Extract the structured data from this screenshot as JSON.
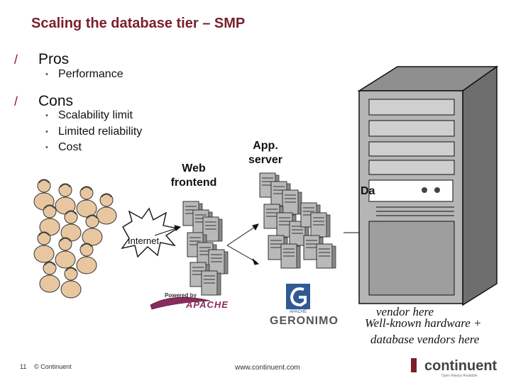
{
  "slide": {
    "title": "Scaling the database tier – SMP",
    "pros_heading": "Pros",
    "pros_items": [
      "Performance"
    ],
    "cons_heading": "Cons",
    "cons_items": [
      "Scalability limit",
      "Limited reliability",
      "Cost"
    ]
  },
  "diagram": {
    "web_label_1": "Web",
    "web_label_2": "frontend",
    "app_label_1": "App.",
    "app_label_2": "server",
    "db_label": "Da",
    "internet_label": "Internet",
    "vendor_text_partial": "vendor here",
    "vendor_text_1": "Well-known hardware +",
    "vendor_text_2": "database vendors here",
    "apache_powered": "Powered by",
    "apache_name": "APACHE",
    "geronimo_sub": "APACHE",
    "geronimo_name": "GERONIMO"
  },
  "footer": {
    "page_number": "11",
    "copyright": "© Continuent",
    "url": "www.continuent.com",
    "logo_text": "continuent",
    "logo_tagline": "Open Always Available"
  },
  "colors": {
    "accent": "#7a1f2b",
    "server": "#b9b9b9",
    "people": "#e8c7a0"
  }
}
